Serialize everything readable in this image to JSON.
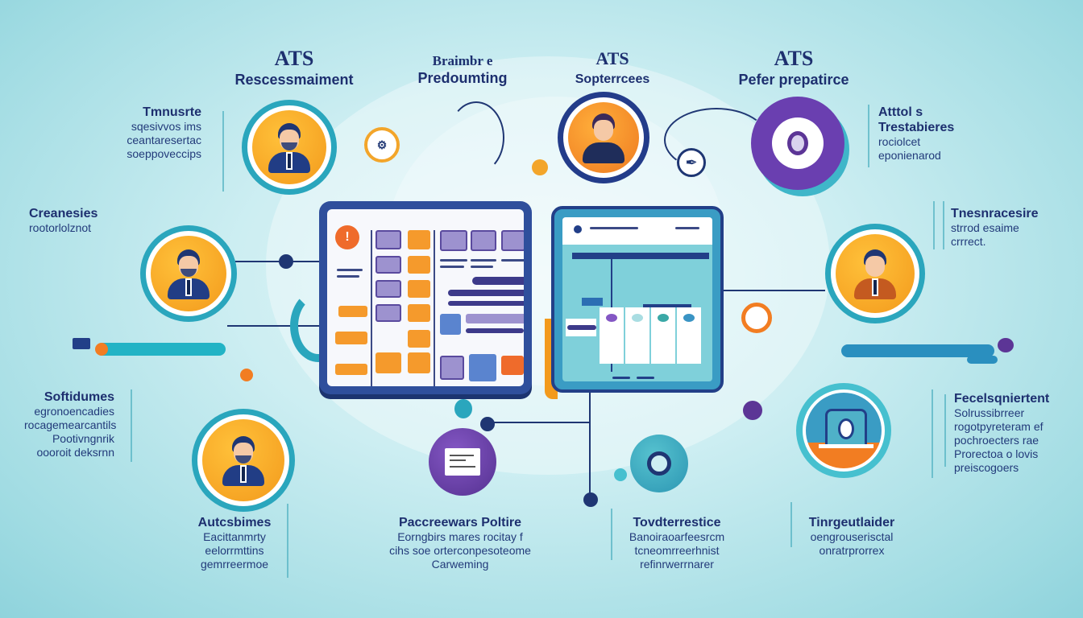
{
  "titles": [
    {
      "id": "ats-recruitment",
      "line1": "ATS",
      "line2": "Rescessmaiment"
    },
    {
      "id": "brainmbr-predoumting",
      "line1": "Braimbr e",
      "line2": "Predoumting"
    },
    {
      "id": "ats-sources",
      "line1": "ATS",
      "line2": "Sopterrcees"
    },
    {
      "id": "ats-preference",
      "line1": "ATS",
      "line2": "Pefer prepatirce"
    }
  ],
  "left_labels": [
    {
      "heading": "Tmnusrte",
      "lines": [
        "sqesivvos ims",
        "ceantaresertac",
        "soeppoveccips"
      ]
    },
    {
      "heading": "Creanesies",
      "lines": [
        "rootorlolznot"
      ]
    },
    {
      "heading": "Softidumes",
      "lines": [
        "egronoencadies",
        "rocagemearcantils",
        "Pootivngnrik",
        "oooroit deksrnn"
      ]
    }
  ],
  "right_labels": [
    {
      "heading": "Atttol s Trestabieres",
      "lines": [
        "rociolcet",
        "eponienarod"
      ]
    },
    {
      "heading": "Tnesnracesire",
      "lines": [
        "strrod esaime",
        "crrrect."
      ]
    },
    {
      "heading": "Fecelsqniertent",
      "lines": [
        "Solrussibrreer",
        "rogotpyreteram ef",
        "pochroecters rae",
        "Prorectoa o lovis",
        "preiscogoers"
      ]
    }
  ],
  "bottom_labels": [
    {
      "heading": "Autcsbimes",
      "lines": [
        "Eacittanmrty",
        "eelorrmttins",
        "gemrreermoe"
      ]
    },
    {
      "heading": "Paccreewars Poltire",
      "lines": [
        "Eorngbirs mares rocitay f",
        "cihs soe orterconpesoteome",
        "Carweming"
      ]
    },
    {
      "heading": "Tovdterrestice",
      "lines": [
        "Banoiraoarfeesrcm",
        "tcneomrreerhnist",
        "refinrwerrnarer"
      ]
    }
  ],
  "bottom_right_label": {
    "heading": "Tinrgeutlaider",
    "lines": [
      "oengrouserisctal",
      "onratrprorrex"
    ]
  },
  "icons": {
    "avatars": [
      "person-avatar",
      "person-avatar",
      "person-avatar",
      "person-avatar",
      "person-avatar"
    ],
    "dashboard_left": "ats-dashboard-tablet",
    "dashboard_right": "ats-candidates-tablet"
  },
  "colors": {
    "navy": "#1d2f6f",
    "teal": "#2aa6bd",
    "orange": "#f39a1c",
    "purple": "#5c3596",
    "background": "#cdeef2"
  }
}
